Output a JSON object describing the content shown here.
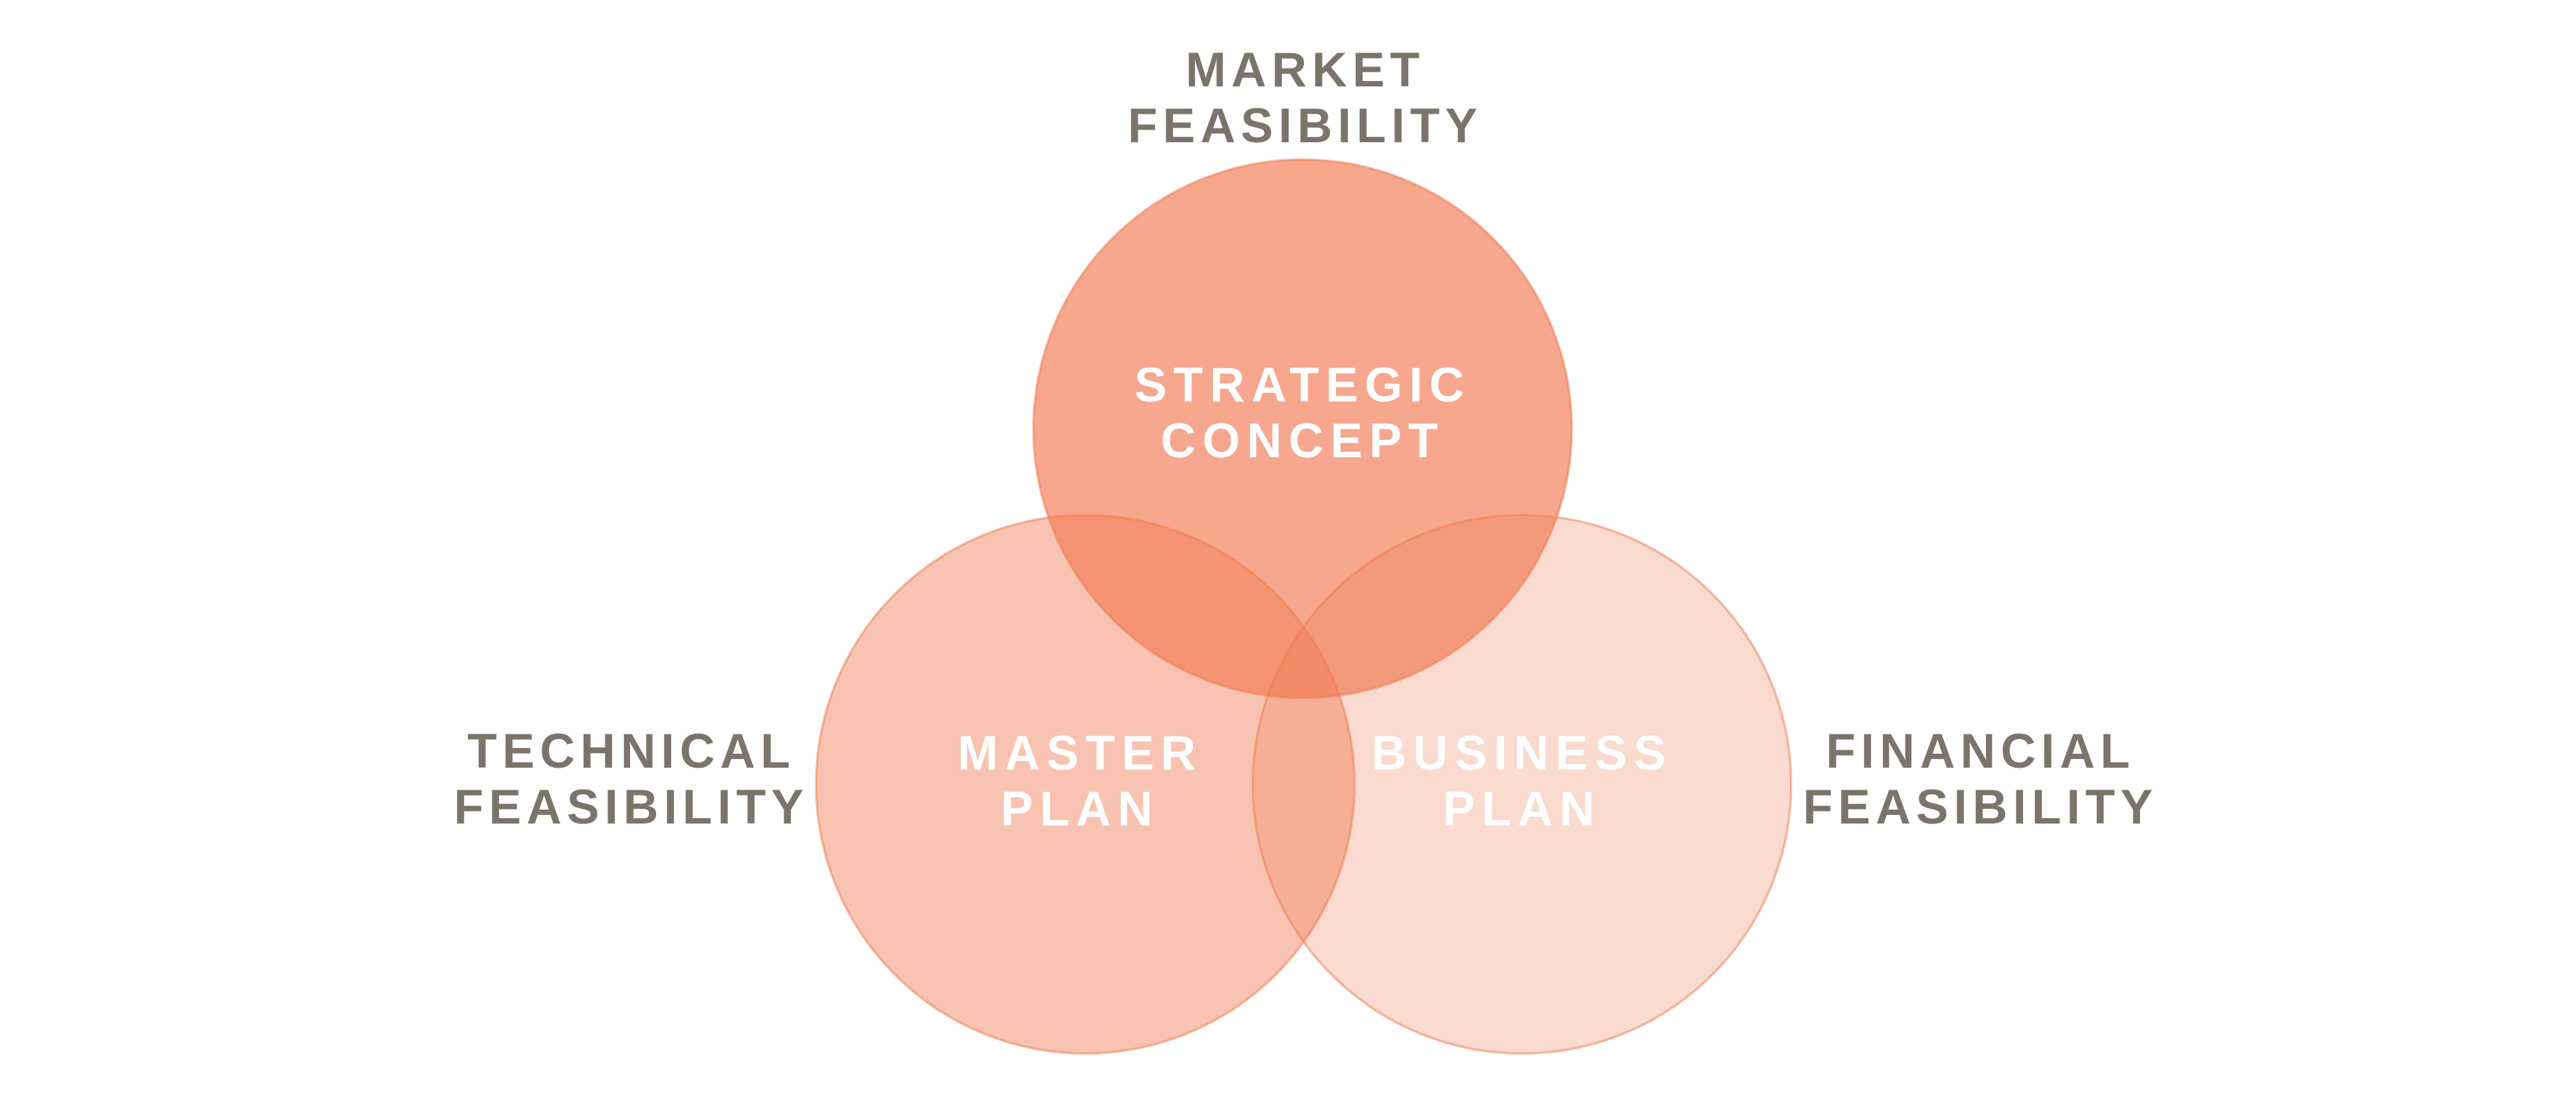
{
  "venn": {
    "type": "venn-diagram",
    "background_color": "#FFFFFF",
    "fill_color": "#F27A52",
    "stroke_color": "#ED7B4D",
    "outer_label_color": "#7A746B",
    "inner_label_color": "#FFFFFF",
    "circles": [
      {
        "name": "strategic-concept",
        "inner_label": {
          "line1": "STRATEGIC",
          "line2": "CONCEPT"
        },
        "outer_label": {
          "line1": "MARKET",
          "line2": "FEASIBILITY"
        },
        "outer_label_position": "top",
        "fill_opacity": "0.66"
      },
      {
        "name": "master-plan",
        "inner_label": {
          "line1": "MASTER",
          "line2": "PLAN"
        },
        "outer_label": {
          "line1": "TECHNICAL",
          "line2": "FEASIBILITY"
        },
        "outer_label_position": "left",
        "fill_opacity": "0.45"
      },
      {
        "name": "business-plan",
        "inner_label": {
          "line1": "BUSINESS",
          "line2": "PLAN"
        },
        "outer_label": {
          "line1": "FINANCIAL",
          "line2": "FEASIBILITY"
        },
        "outer_label_position": "right",
        "fill_opacity": "0.28"
      }
    ]
  }
}
